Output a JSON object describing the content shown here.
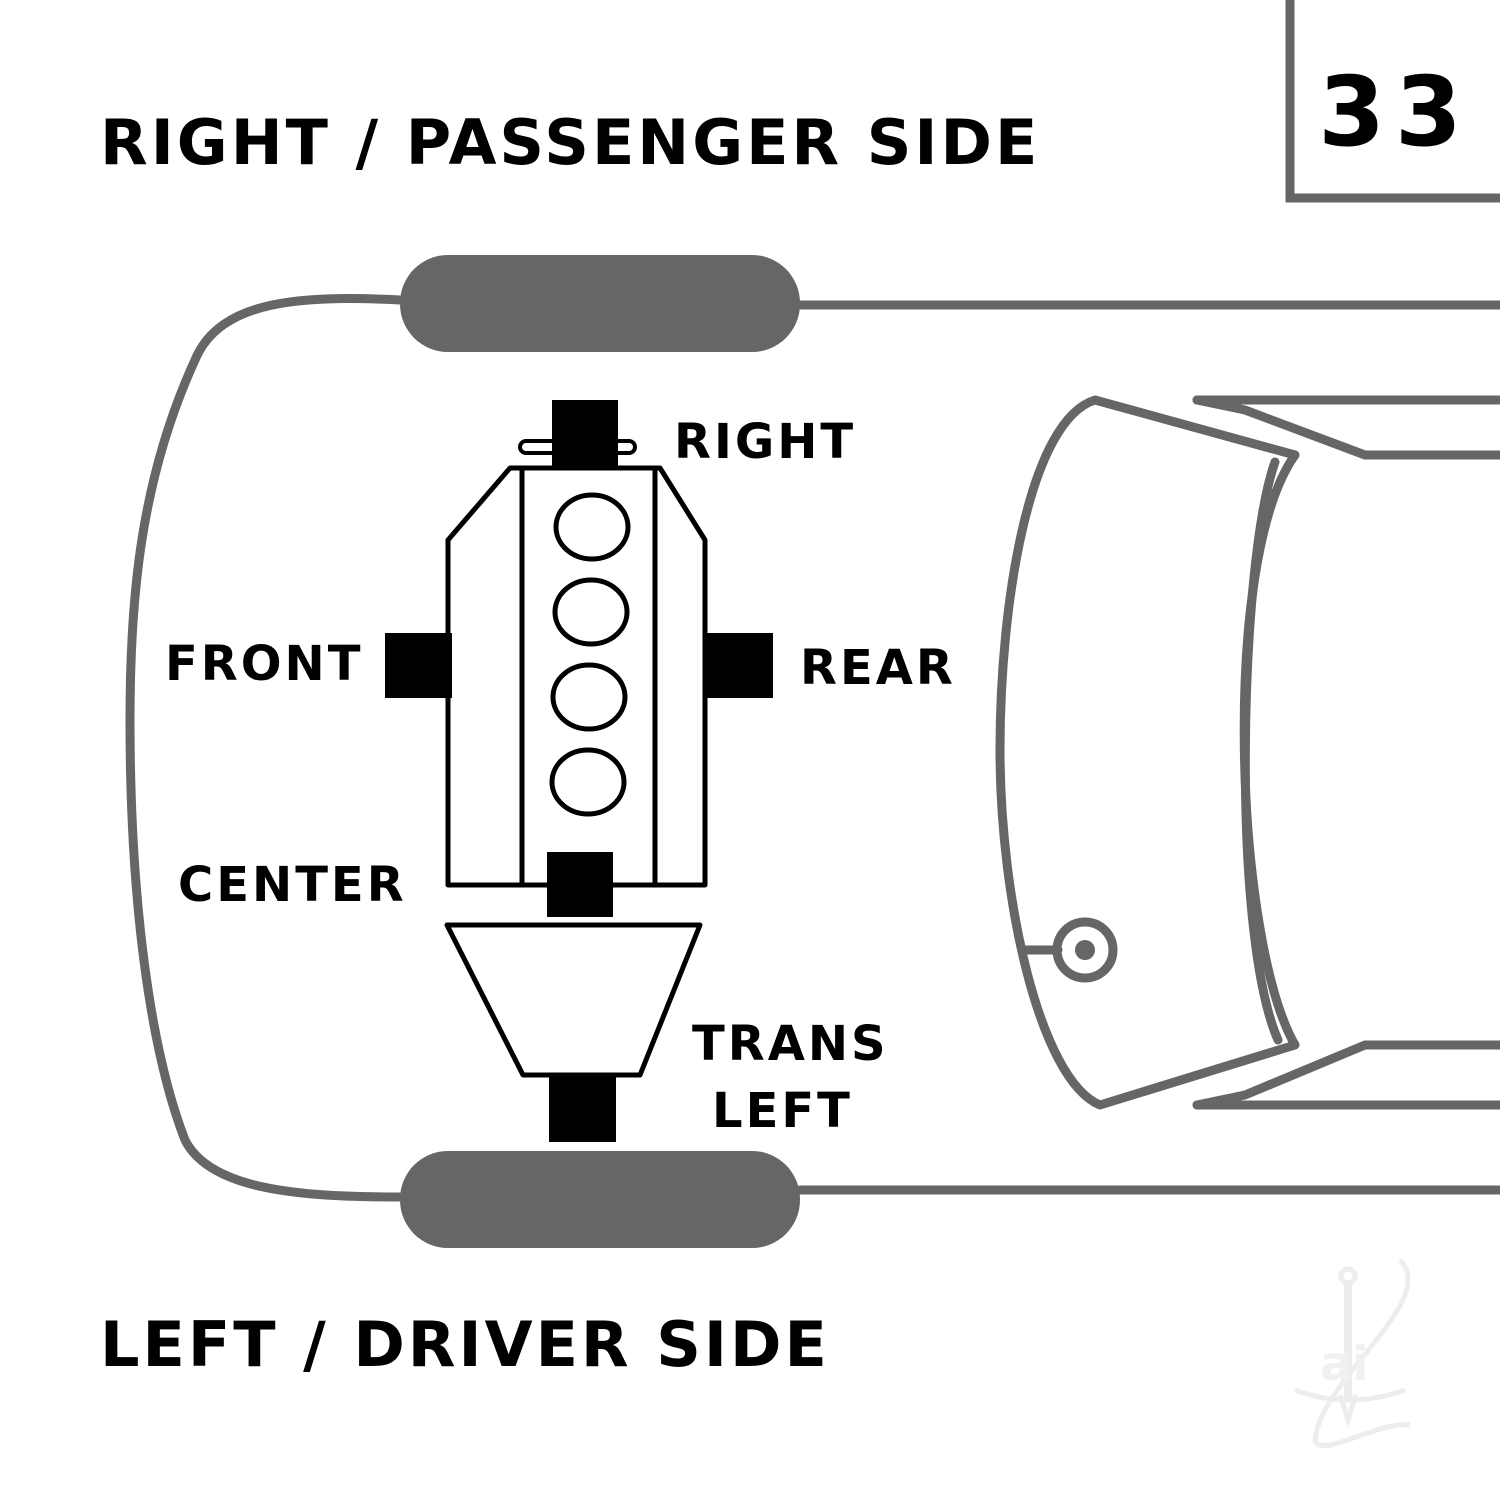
{
  "diagram_number": "33",
  "side_labels": {
    "top": "RIGHT / PASSENGER SIDE",
    "bottom": "LEFT / DRIVER SIDE"
  },
  "mount_labels": {
    "right": "RIGHT",
    "front": "FRONT",
    "rear": "REAR",
    "center": "CENTER",
    "trans_line1": "TRANS",
    "trans_line2": "LEFT"
  },
  "watermark": "ai",
  "colors": {
    "car_outline": "#666666",
    "mount": "#000000"
  }
}
